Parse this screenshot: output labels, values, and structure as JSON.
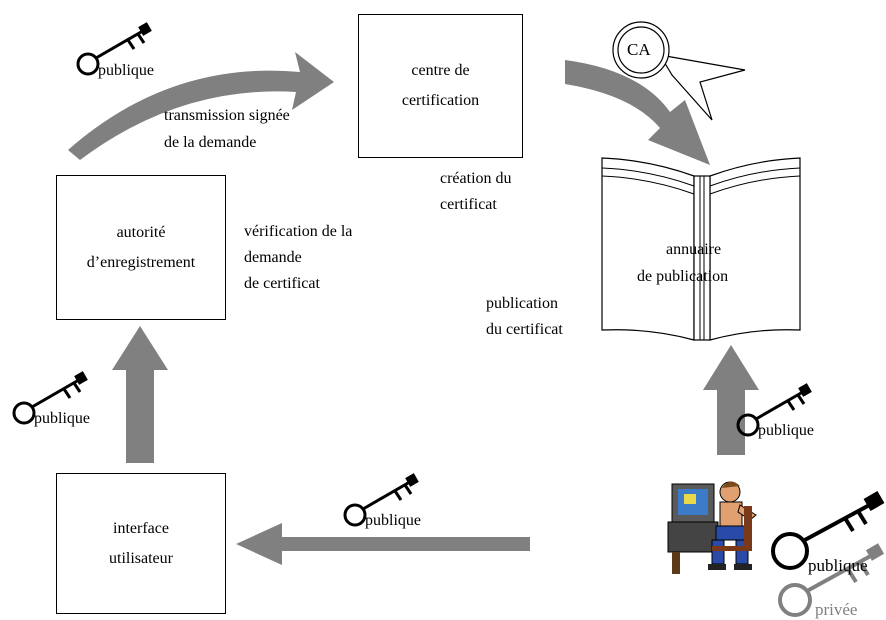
{
  "boxes": {
    "centre": [
      "centre de",
      "certification"
    ],
    "autorite": [
      "autorité",
      "d’enregistrement"
    ],
    "interface": [
      "interface",
      "utilisateur"
    ],
    "annuaire": [
      "annuaire",
      "de publication"
    ]
  },
  "labels": {
    "transmission": [
      "transmission signée",
      "de la demande"
    ],
    "creation": [
      "création du",
      "certificat"
    ],
    "verification": [
      "vérification de la",
      "demande",
      "de certificat"
    ],
    "publication": [
      "publication",
      "du certificat"
    ]
  },
  "keys": {
    "public": "publique",
    "private": "privée"
  },
  "seal": "CA",
  "colors": {
    "arrow": "#808080",
    "key": "#000000",
    "private_key": "#808080"
  }
}
